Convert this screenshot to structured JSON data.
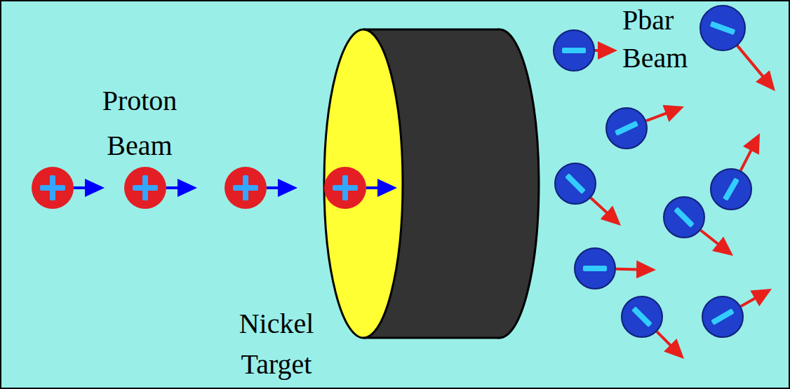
{
  "diagram": {
    "labels": [
      "Proton Beam",
      "Nickel Target",
      "Pbar Beam"
    ]
  }
}
